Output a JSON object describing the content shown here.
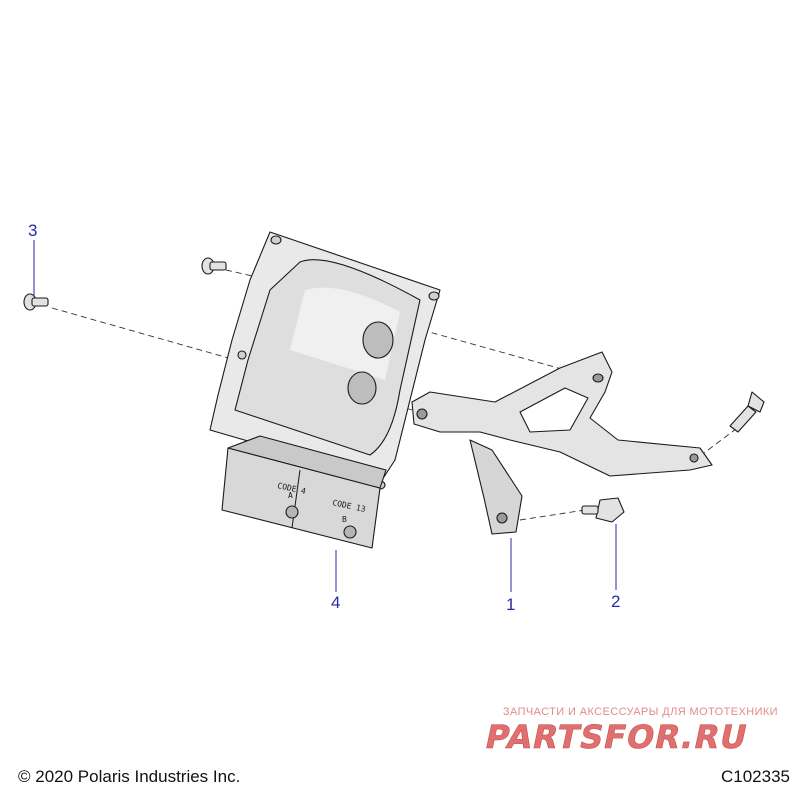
{
  "callouts": [
    {
      "number": "1"
    },
    {
      "number": "2"
    },
    {
      "number": "3"
    },
    {
      "number": "4"
    }
  ],
  "module_labels": {
    "code_a": "CODE 4",
    "letter_a": "A",
    "code_b": "CODE 13",
    "letter_b": "B"
  },
  "footer": {
    "copyright": "© 2020 Polaris Industries Inc.",
    "drawing_id": "C102335"
  },
  "watermark": {
    "tagline": "ЗАПЧАСТИ И АКСЕССУАРЫ ДЛЯ МОТОТЕХНИКИ",
    "logo": "PARTSFOR.RU"
  },
  "colors": {
    "callout": "#2a2aa8",
    "part_fill": "#e6e6e6",
    "part_shade": "#cfcfcf",
    "outline": "#1a1a1a",
    "watermark": "#e07070"
  }
}
